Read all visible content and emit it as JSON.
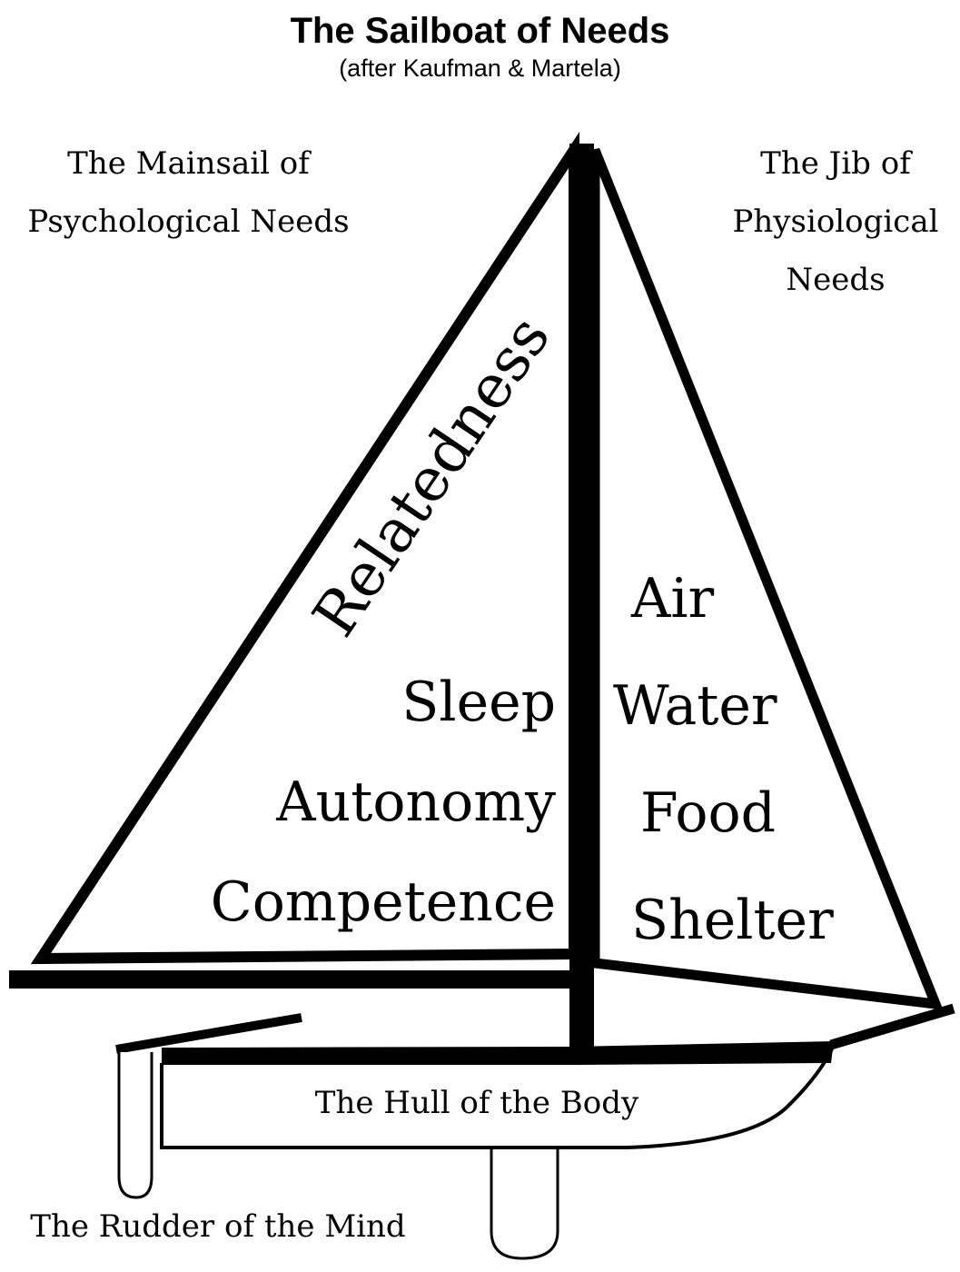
{
  "header": {
    "title": "The Sailboat of Needs",
    "subtitle": "(after Kaufman & Martela)"
  },
  "mainsail": {
    "label_line1": "The Mainsail of",
    "label_line2": "Psychological Needs",
    "diagonal_need": "Relatedness",
    "needs": [
      "Sleep",
      "Autonomy",
      "Competence"
    ]
  },
  "jib": {
    "label_line1": "The Jib of",
    "label_line2": "Physiological",
    "label_line3": "Needs",
    "needs": [
      "Air",
      "Water",
      "Food",
      "Shelter"
    ]
  },
  "hull": {
    "label": "The Hull of the Body"
  },
  "rudder": {
    "label": "The Rudder of the Mind"
  },
  "colors": {
    "ink": "#000000",
    "background": "#ffffff"
  }
}
